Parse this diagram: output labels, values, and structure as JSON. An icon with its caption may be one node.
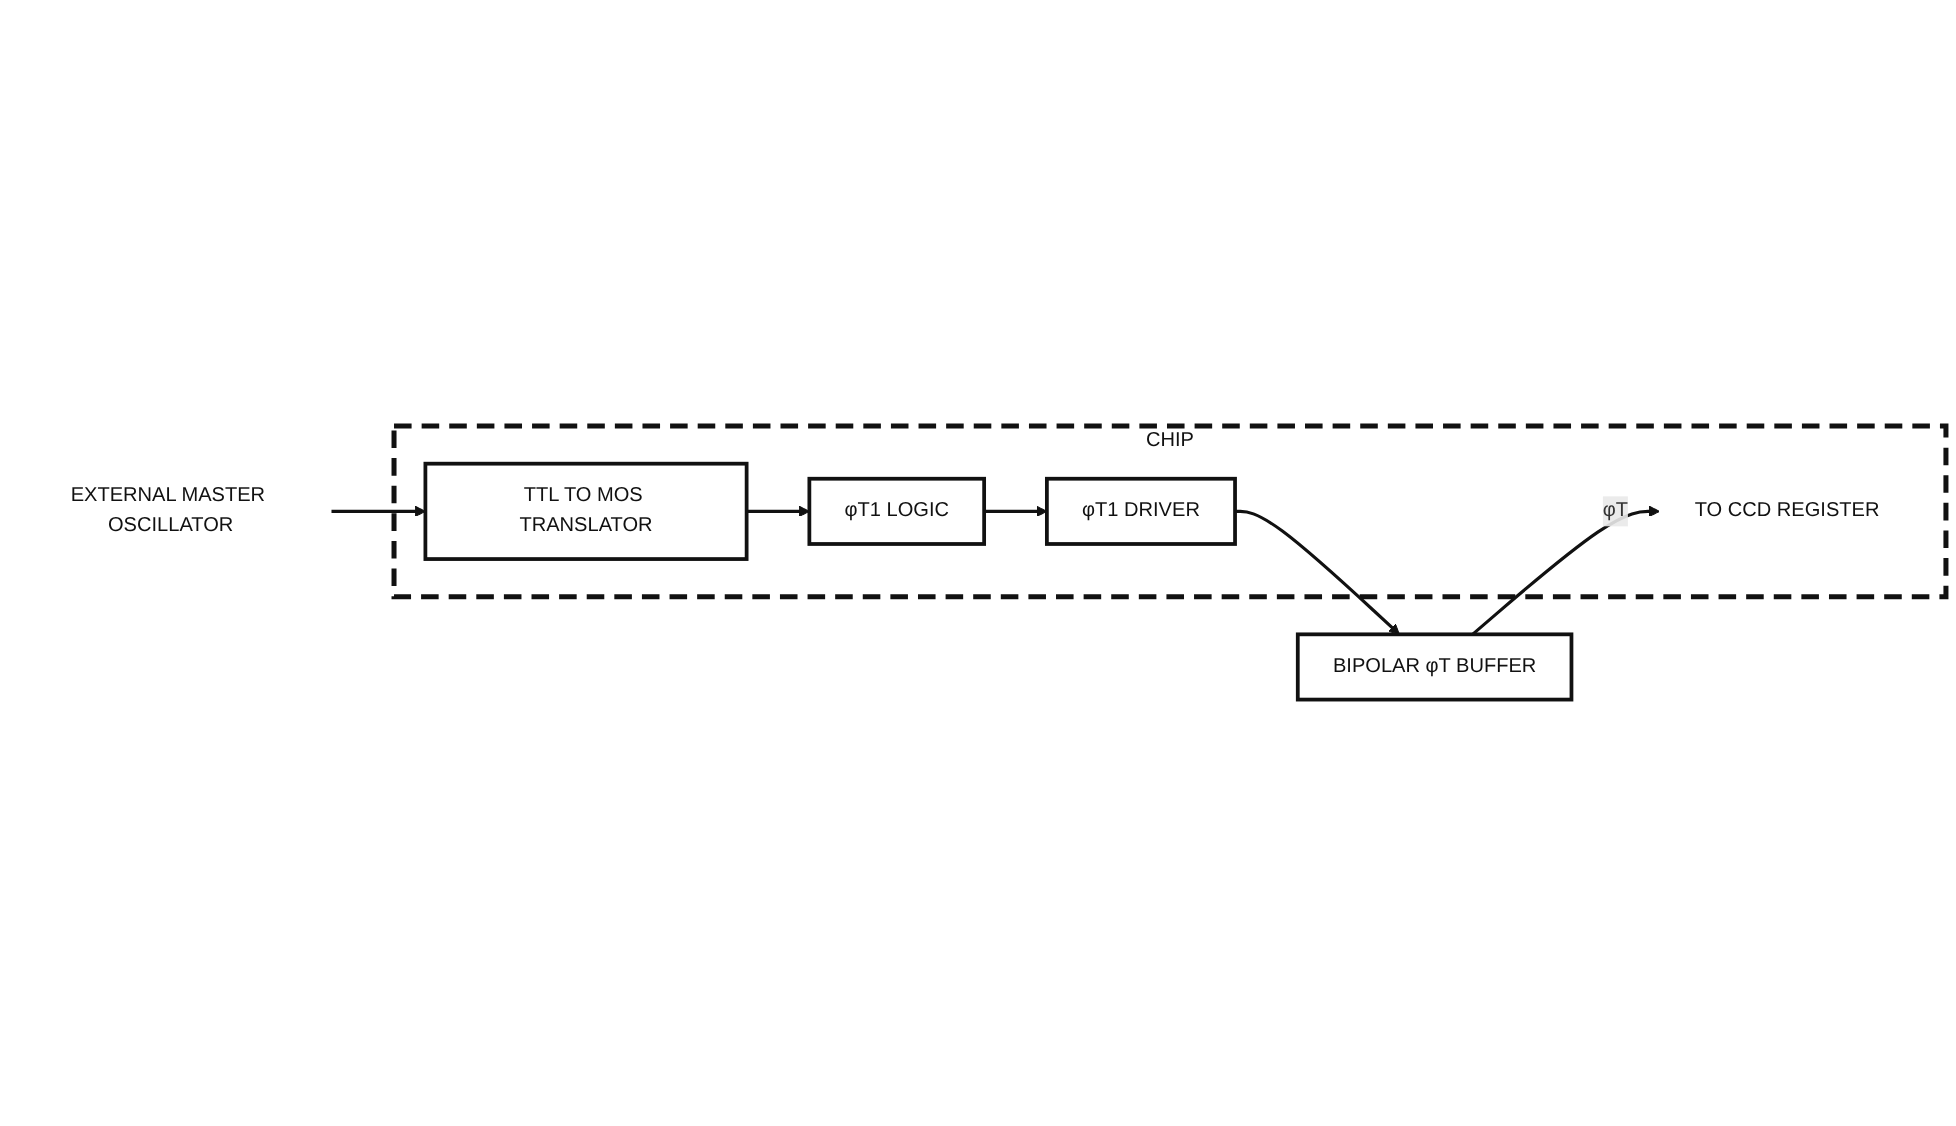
{
  "diagram": {
    "nodes": [
      {
        "text": [
          "CHIP"
        ]
      },
      {
        "text": [
          "EXTERNAL MASTER OSCILLATOR"
        ]
      },
      {
        "text": [
          "TTL TO MOS TRANSLATOR"
        ],
        "in": 0
      },
      {
        "text": [
          "φT1 LOGIC"
        ],
        "in": 0
      },
      {
        "text": [
          "φT1 DRIVER"
        ],
        "in": 0
      },
      {
        "text": [
          "BIPOLAR φT BUFFER"
        ]
      },
      {
        "text": [
          "TO CCD REGISTER"
        ],
        "in": 0
      }
    ],
    "edges": [
      {
        "from": 1,
        "to": 2,
        "arrow": "to"
      },
      {
        "from": 2,
        "to": 3,
        "arrow": "to"
      },
      {
        "from": 3,
        "to": 4,
        "arrow": "to"
      },
      {
        "from": 4,
        "to": 5,
        "arrow": "to"
      },
      {
        "from": 5,
        "to": 6,
        "arrow": "to",
        "label": "φT"
      }
    ]
  }
}
